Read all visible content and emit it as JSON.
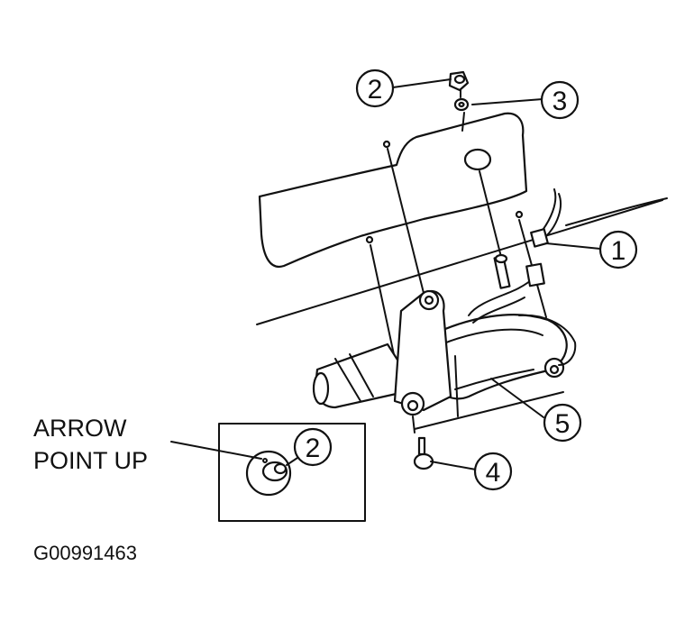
{
  "figure": {
    "code": "G00991463",
    "note_line1": "ARROW",
    "note_line2": "POINT UP"
  },
  "callouts": [
    {
      "id": "c1",
      "label": "1"
    },
    {
      "id": "c2",
      "label": "2"
    },
    {
      "id": "c3",
      "label": "3"
    },
    {
      "id": "c4",
      "label": "4"
    },
    {
      "id": "c5",
      "label": "5"
    },
    {
      "id": "c2-inset",
      "label": "2"
    }
  ],
  "colors": {
    "ink": "#111111",
    "paper": "#ffffff"
  }
}
